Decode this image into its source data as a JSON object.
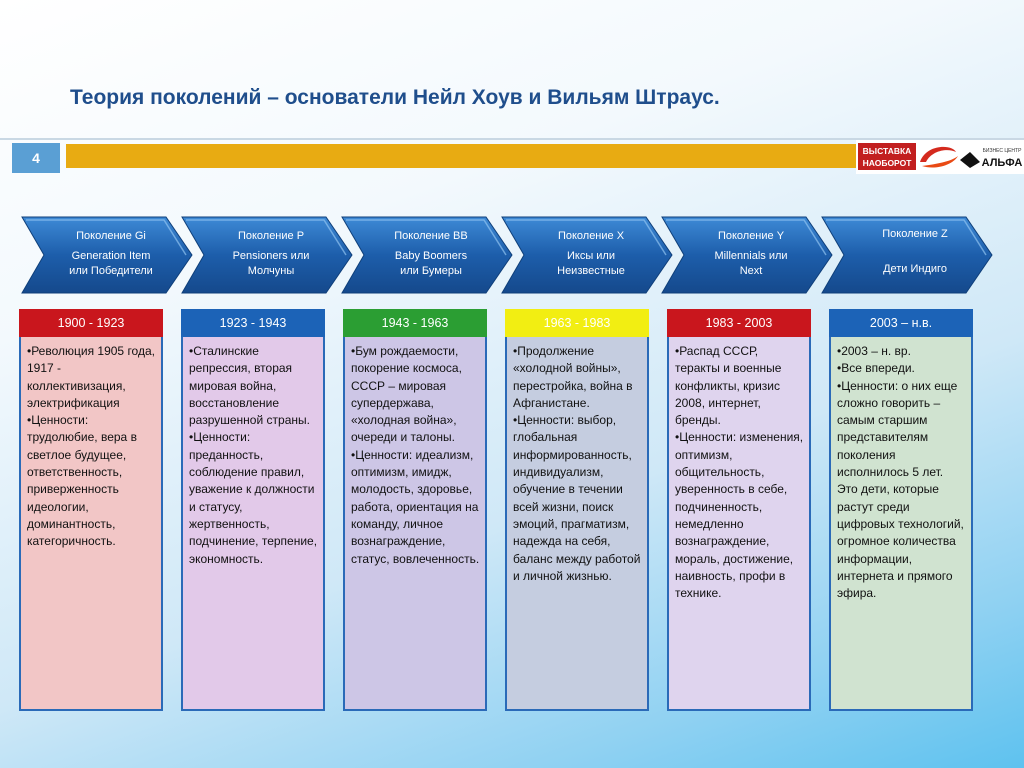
{
  "slide": {
    "title": "Теория поколений – основатели Нейл Хоув и Вильям Штраус.",
    "number": "4"
  },
  "logo": {
    "left_text_1": "ВЫСТАВКА",
    "left_text_2": "НАОБОРОТ",
    "right_text_1": "БИЗНЕС ЦЕНТР",
    "right_text_2": "АЛЬФА"
  },
  "arrows": [
    {
      "line1": "Поколение Gi",
      "line2": "Generation Item",
      "line3": "или Победители"
    },
    {
      "line1": "Поколение Р",
      "line2": "Pensioners или",
      "line3": "Молчуны"
    },
    {
      "line1": "Поколение ВВ",
      "line2": "Baby Boomers",
      "line3": "или Бумеры"
    },
    {
      "line1": "Поколение Х",
      "line2": "Иксы или",
      "line3": "Неизвестные"
    },
    {
      "line1": "Поколение Y",
      "line2": "Millennials или",
      "line3": "Next"
    },
    {
      "line1": "Поколение Z",
      "line2": "",
      "line3": "Дети Индиго"
    }
  ],
  "columns": [
    {
      "period": "1900 - 1923",
      "head_color": "#c9161d",
      "body_color": "#f2c6c6",
      "items": [
        "•Революция 1905 года, 1917 - коллективизация, электрификация",
        "•Ценности: трудолюбие, вера в светлое будущее, ответственность, приверженность идеологии, доминантность, категоричность."
      ]
    },
    {
      "period": "1923 - 1943",
      "head_color": "#1c63b7",
      "body_color": "#e2c9e9",
      "items": [
        "•Сталинские репрессия, вторая мировая война, восстановление разрушенной страны.",
        "•Ценности: преданность, соблюдение правил, уважение к должности и статусу, жертвенность, подчинение, терпение, экономность."
      ]
    },
    {
      "period": "1943 - 1963",
      "head_color": "#2b9e33",
      "body_color": "#cdc6e6",
      "items": [
        "•Бум рождаемости, покорение космоса, СССР – мировая супердержава, «холодная война», очереди и талоны.",
        "•Ценности: идеализм, оптимизм, имидж, молодость, здоровье, работа, ориентация на команду, личное вознаграждение, статус, вовлеченность."
      ]
    },
    {
      "period": "1963 - 1983",
      "head_color": "#f2ee12",
      "body_color": "#c5cde0",
      "items": [
        "•Продолжение «холодной войны», перестройка, война в Афганистане.",
        "•Ценности: выбор, глобальная информированность, индивидуализм, обучение в течении всей жизни, поиск эмоций, прагматизм, надежда на себя, баланс между работой и личной жизнью."
      ]
    },
    {
      "period": "1983 - 2003",
      "head_color": "#c9161d",
      "body_color": "#dfd4ee",
      "items": [
        "•Распад СССР, теракты и военные конфликты, кризис 2008, интернет, бренды.",
        "•Ценности: изменения, оптимизм, общительность, уверенность в себе, подчиненность, немедленно вознаграждение, мораль, достижение, наивность, профи в технике."
      ]
    },
    {
      "period": "2003 – н.в.",
      "head_color": "#1c63b7",
      "body_color": "#d0e3d0",
      "items": [
        "•2003 – н. вр.",
        "•Все впереди.",
        "•Ценности: о них еще сложно говорить – самым старшим представителям поколения исполнилось 5 лет. Это дети, которые растут среди цифровых технологий, огромное количества информации, интернета и прямого эфира."
      ]
    }
  ]
}
